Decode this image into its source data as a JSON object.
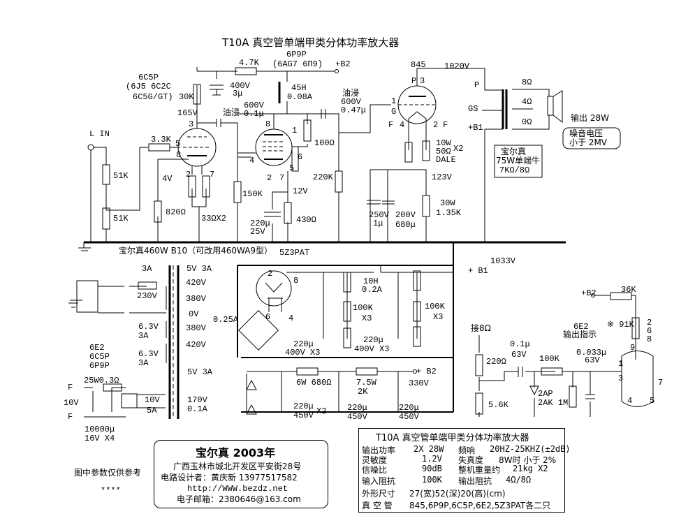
{
  "title": "T10A  真空管单端甲类分体功率放大器",
  "input": {
    "label": "L IN"
  },
  "tubes": {
    "v1": {
      "name": "6C5P",
      "alts": "(6J5 6C2C",
      "alts2": "6C5G/GT)"
    },
    "v2": {
      "name": "6P9P",
      "alts": "(6AG7 6П9)"
    },
    "v3": {
      "name": "845"
    },
    "rect": {
      "name": "5Z3PAT"
    },
    "ind": {
      "name": "6E2",
      "label": "输出指示"
    }
  },
  "amp": {
    "r_47k": "4.7K",
    "b2_top": "+B2",
    "c_400v": "400V",
    "c_3u": "3μ",
    "r_30k": "30K",
    "v_165": "165V",
    "pin3": "3",
    "choke_45h": "45H",
    "choke_008a": "0.08A",
    "oil1": "油浸",
    "c_600v_01": "600V",
    "c_01u": "0.1μ",
    "oil2": "油浸",
    "c_600v_047": "600V",
    "c_047u": "0.47μ",
    "r_33k": "3.3K",
    "pin5": "5",
    "pin8a": "8",
    "pin2a": "2",
    "pin7a": "7",
    "r_51k_a": "51K",
    "r_51k_b": "51K",
    "v_4v": "4V",
    "r_820": "820Ω",
    "r_33x2": "33ΩX2",
    "pin8b": "8",
    "pin1b": "1",
    "pin4b": "4",
    "pin6b": "6",
    "pin5b": "5",
    "pin2b": "2",
    "pin7b": "7",
    "r_100": "100Ω",
    "r_150k": "150K",
    "r_220k": "220K",
    "v_12": "12V",
    "c_220u": "220μ",
    "c_25v": "25V",
    "r_430": "430Ω",
    "v_1020": "1020V",
    "pin_p": "P",
    "pin_3": "3",
    "pin_1": "1",
    "pin_g": "G",
    "pin_f4": "F",
    "pin_4": "4",
    "pin_2": "2",
    "pin_f2": "F",
    "r_10w": "10W",
    "r_50": "50Ω",
    "x2": "X2",
    "dale": "DALE",
    "v_123": "123V",
    "c_250v": "250V",
    "c_1u": "1μ",
    "c_200v": "200V",
    "c_680u": "680μ",
    "r_30w": "30W",
    "r_135k": "1.35K"
  },
  "output": {
    "tap_p": "P",
    "tap_gs": "GS",
    "tap_b1": "+B1",
    "tap_8": "8Ω",
    "tap_4": "4Ω",
    "tap_0": "0Ω",
    "transformer": [
      "宝尔真",
      "75W单端牛",
      "7KΩ/8Ω"
    ],
    "out_power": "输出 28W",
    "noise": [
      "噪音电压",
      "小于 2MV"
    ]
  },
  "psu": {
    "transformer": "宝尔真460W B10（可改用460WA9型）",
    "fuse": "3A",
    "mains": "230V",
    "sec": [
      "5V 3A",
      "420V",
      "380V",
      "0V",
      "380V",
      "420V"
    ],
    "current": "0.25A",
    "heat1": [
      "6.3V",
      "3A"
    ],
    "heat2": [
      "6.3V",
      "3A"
    ],
    "heat_tubes": [
      "6E2",
      "6C5P",
      "6P9P"
    ],
    "sec_5v": "5V 3A",
    "sec_170": [
      "170V",
      "0.1A"
    ],
    "r_fil": "25W0.3Ω",
    "f1": "F",
    "f2": "F",
    "v10": "10V",
    "rect_out": [
      "10V",
      "5A"
    ],
    "c_fil": [
      "10000μ",
      "16V  X4"
    ],
    "rect_pins": {
      "p2": "2",
      "p8": "8",
      "p6": "6",
      "p4": "4"
    },
    "choke": [
      "10H",
      "0.2A"
    ],
    "r_100k_a": [
      "100K",
      "X3"
    ],
    "r_100k_b": [
      "100K",
      "X3"
    ],
    "c_a": [
      "220μ",
      "400V X3"
    ],
    "c_b": [
      "220μ",
      "400V X3"
    ],
    "b1_v": "1033V",
    "b1": "+ B1",
    "r_680": "6W 680Ω",
    "r_2k": [
      "7.5W",
      "2K"
    ],
    "b2": "+ B2",
    "b2_v": "330V",
    "c_c": [
      "220μ",
      "450V"
    ],
    "c_c_x2": "X2",
    "c_d": [
      "220μ",
      "450V"
    ],
    "c_e": [
      "220μ",
      "450V"
    ]
  },
  "indicator": {
    "tap": "接8Ω",
    "r_220": "220Ω",
    "r_56k": "5.6K",
    "c_01": [
      "0.1μ",
      "63V"
    ],
    "r_100k": "100K",
    "diode": [
      "2AP",
      "2AK 1M"
    ],
    "c_0033": [
      "0.033μ",
      "63V"
    ],
    "b2": "+B2",
    "r_36k": "36K",
    "r_91k": "※ 91K",
    "pins": [
      "2",
      "6",
      "8"
    ],
    "pin9": "9",
    "pin1": "1",
    "pin3": "3",
    "pin7": "7",
    "pin4": "4",
    "pin5": "5"
  },
  "credits": {
    "brand": "宝尔真 2003年",
    "address": "广西玉林市城北开发区平安街28号",
    "designer": "电路设计者：黄庆新    13977517582",
    "url": "http://WWW.bezdz.net",
    "email": "电子邮箱：2380646@163.com",
    "note": "图中参数仅供参考",
    "stars": "****"
  },
  "specs": {
    "title": "T10A  真空管单端甲类分体功率放大器",
    "rows": [
      [
        "输出功率",
        "2X 28W",
        "频响",
        "20HZ-25KHZ(±2dB)"
      ],
      [
        "灵敏度",
        "1.2V",
        "失真度",
        "8W时 小于 2%"
      ],
      [
        "信噪比",
        "90dB",
        "整机重量约",
        "21kg  X2"
      ],
      [
        "输入阻抗",
        "100K",
        "输出阻抗",
        "4Ω/8Ω"
      ]
    ],
    "size_label": "外形尺寸",
    "size": "27(宽)52(深)20(高)(cm)",
    "tube_label": "真 空 管",
    "tubes": "845,6P9P,6C5P,6E2,5Z3PAT各二只"
  }
}
